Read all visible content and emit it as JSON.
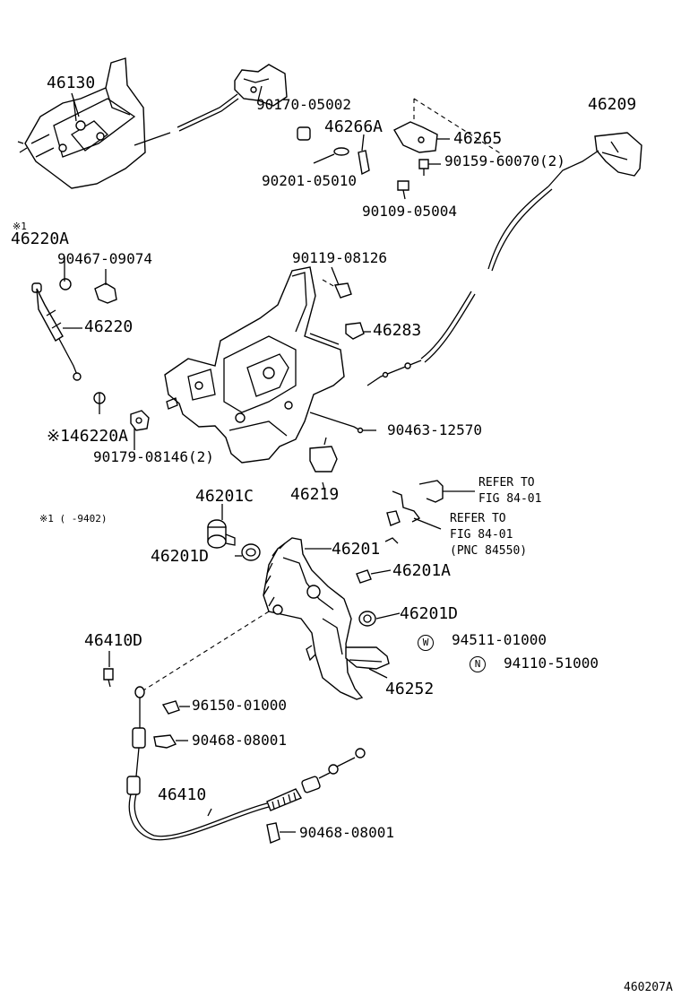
{
  "labels": {
    "p46130": "46130",
    "p90170_05002": "90170-05002",
    "p46266a": "46266A",
    "p46265": "46265",
    "p46209": "46209",
    "p90159_60070": "90159-60070(2)",
    "p90201_05010": "90201-05010",
    "p90109_05004": "90109-05004",
    "note1_top": "※1",
    "p46220a_top": "46220A",
    "p90467_09074": "90467-09074",
    "p90119_08126": "90119-08126",
    "p46220": "46220",
    "p46283": "46283",
    "p46220a_bottom": "※146220A",
    "p90463_12570": "90463-12570",
    "p90179_08146": "90179-08146(2)",
    "p46219": "46219",
    "p46201c": "46201C",
    "refer1_a": "REFER TO",
    "refer1_b": "FIG 84-01",
    "refer2_a": "REFER TO",
    "refer2_b": "FIG 84-01",
    "refer2_c": "(PNC 84550)",
    "note1_range": "※1 (    -9402)",
    "p46201d_left": "46201D",
    "p46201": "46201",
    "p46201a": "46201A",
    "p46201d_right": "46201D",
    "p46410d": "46410D",
    "w_marker": "W",
    "p94511_01000": "94511-01000",
    "n_marker": "N",
    "p94110_51000": "94110-51000",
    "p46252": "46252",
    "p96150_01000": "96150-01000",
    "p90468_08001_a": "90468-08001",
    "p46410": "46410",
    "p90468_08001_b": "90468-08001",
    "figure_id": "460207A"
  }
}
